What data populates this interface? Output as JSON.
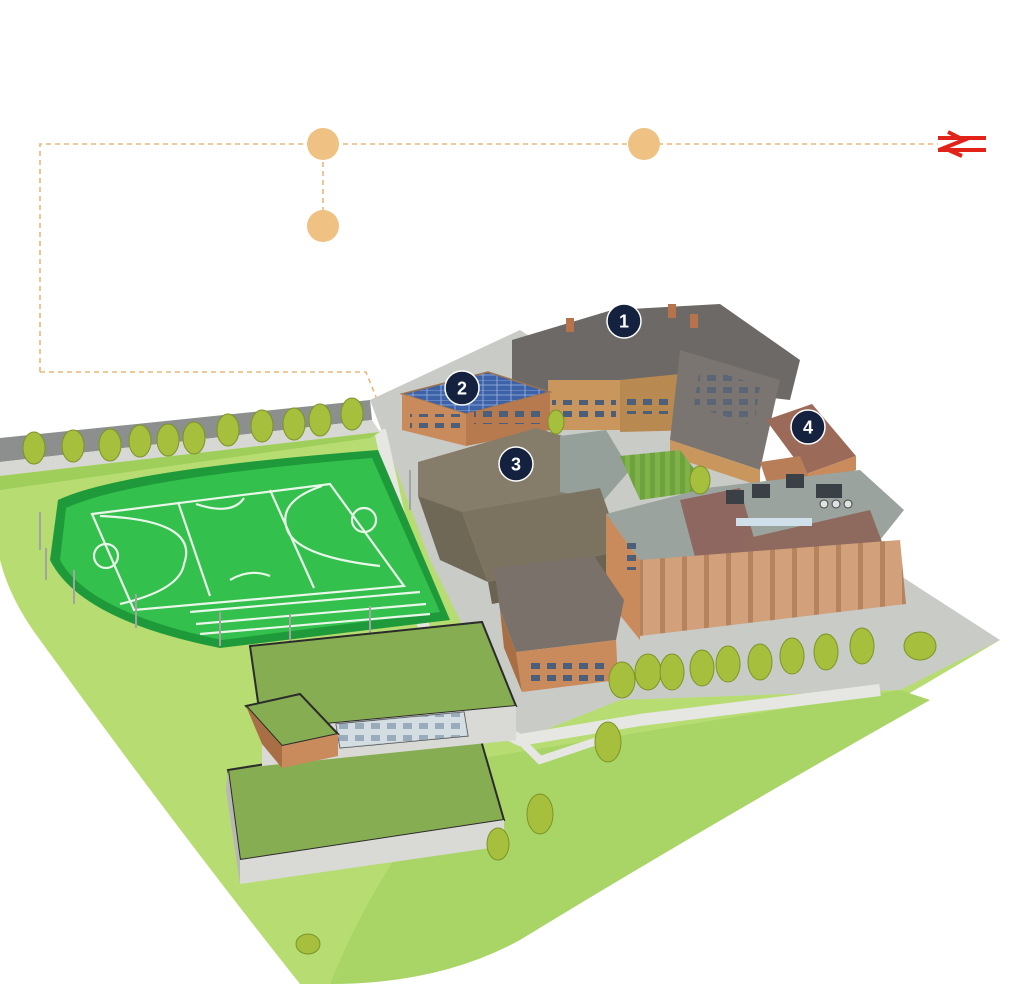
{
  "map": {
    "markers": [
      {
        "id": "1",
        "label": "1"
      },
      {
        "id": "2",
        "label": "2"
      },
      {
        "id": "3",
        "label": "3"
      },
      {
        "id": "4",
        "label": "4"
      }
    ],
    "colors": {
      "route_line": "#e8b97a",
      "route_stop": "#efc182",
      "marker_fill": "#14213f",
      "rail_icon": "#e2231a",
      "grass_light": "#b7dd72",
      "pitch_green": "#2fbe4a",
      "green_roof": "#86ad52",
      "brick": "#c98a5c",
      "slate_roof": "#6d6966"
    },
    "icons": {
      "rail": "national-rail-icon",
      "stop": "route-stop-icon",
      "pin": "numbered-marker-icon"
    }
  }
}
